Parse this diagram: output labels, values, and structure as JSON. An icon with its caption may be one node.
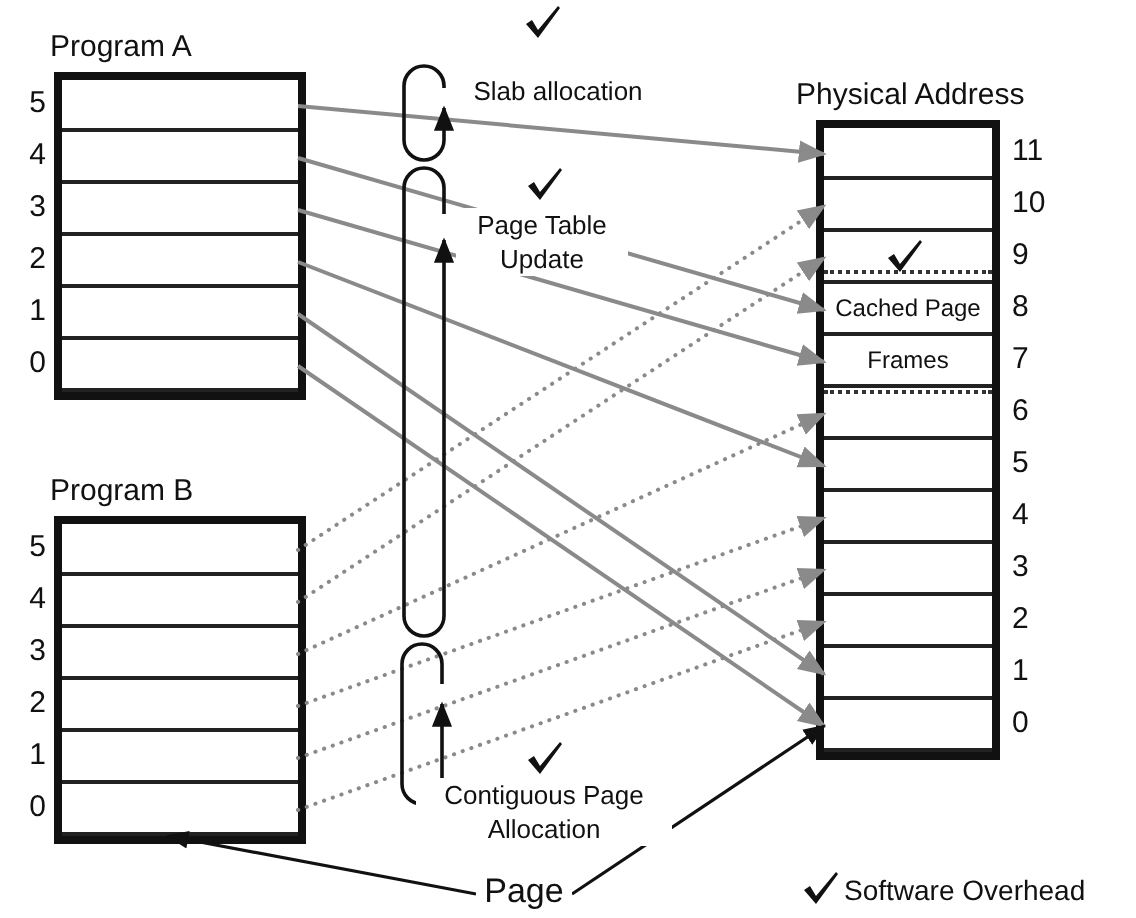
{
  "diagram": {
    "nodes": [
      {
        "text": [
          "Program A"
        ]
      },
      {
        "text": [],
        "shape": "box",
        "in": 0,
        "beside": [
          "5"
        ]
      },
      {
        "text": [],
        "shape": "box",
        "in": 0,
        "beside": [
          "4"
        ]
      },
      {
        "text": [],
        "shape": "box",
        "in": 0,
        "beside": [
          "3"
        ]
      },
      {
        "text": [],
        "shape": "box",
        "in": 0,
        "beside": [
          "2"
        ]
      },
      {
        "text": [],
        "shape": "box",
        "in": 0,
        "beside": [
          "1"
        ]
      },
      {
        "text": [],
        "shape": "box",
        "in": 0,
        "beside": [
          "0"
        ]
      },
      {
        "text": [
          "Program B"
        ]
      },
      {
        "text": [],
        "shape": "box",
        "in": 7,
        "beside": [
          "5"
        ]
      },
      {
        "text": [],
        "shape": "box",
        "in": 7,
        "beside": [
          "4"
        ]
      },
      {
        "text": [],
        "shape": "box",
        "in": 7,
        "beside": [
          "3"
        ]
      },
      {
        "text": [],
        "shape": "box",
        "in": 7,
        "beside": [
          "2"
        ]
      },
      {
        "text": [],
        "shape": "box",
        "in": 7,
        "beside": [
          "1"
        ]
      },
      {
        "text": [],
        "shape": "box",
        "in": 7,
        "beside": [
          "0"
        ]
      },
      {
        "text": [
          "Physical Address"
        ]
      },
      {
        "text": [],
        "shape": "box",
        "in": 14,
        "beside": [
          "11"
        ]
      },
      {
        "text": [],
        "shape": "box",
        "in": 14,
        "beside": [
          "10"
        ]
      },
      {
        "text": [],
        "shape": "box",
        "in": 14,
        "beside": [
          "9"
        ]
      },
      {
        "text": [],
        "shape": "box",
        "in": 14
      },
      {
        "text": [
          "Cached Page"
        ],
        "in": 18,
        "beside": [
          "8"
        ]
      },
      {
        "text": [
          "Frames"
        ],
        "in": 18,
        "beside": [
          "7"
        ]
      },
      {
        "text": [],
        "shape": "box",
        "in": 14,
        "beside": [
          "6"
        ]
      },
      {
        "text": [],
        "shape": "box",
        "in": 14,
        "beside": [
          "5"
        ]
      },
      {
        "text": [],
        "shape": "box",
        "in": 14,
        "beside": [
          "4"
        ]
      },
      {
        "text": [],
        "shape": "box",
        "in": 14,
        "beside": [
          "3"
        ]
      },
      {
        "text": [],
        "shape": "box",
        "in": 14,
        "beside": [
          "2"
        ]
      },
      {
        "text": [],
        "shape": "box",
        "in": 14,
        "beside": [
          "1"
        ]
      },
      {
        "text": [],
        "shape": "box",
        "in": 14,
        "beside": [
          "0"
        ]
      },
      {
        "text": [
          "Page"
        ]
      }
    ],
    "edges": [
      {
        "from": 1,
        "to": 15,
        "arrow": "to"
      },
      {
        "from": 2,
        "to": 19,
        "arrow": "to"
      },
      {
        "from": 3,
        "to": 20,
        "arrow": "to"
      },
      {
        "from": 4,
        "to": 22,
        "arrow": "to"
      },
      {
        "from": 5,
        "to": 26,
        "arrow": "to"
      },
      {
        "from": 6,
        "to": 27,
        "arrow": "to"
      },
      {
        "from": 8,
        "to": 16,
        "arrow": "to",
        "style": "dashed"
      },
      {
        "from": 9,
        "to": 17,
        "arrow": "to",
        "style": "dashed"
      },
      {
        "from": 10,
        "to": 21,
        "arrow": "to",
        "style": "dashed"
      },
      {
        "from": 11,
        "to": 23,
        "arrow": "to",
        "style": "dashed"
      },
      {
        "from": 12,
        "to": 24,
        "arrow": "to",
        "style": "dashed"
      },
      {
        "from": 13,
        "to": 25,
        "arrow": "to",
        "style": "dashed"
      },
      {
        "from": 28,
        "to": 13,
        "arrow": "to",
        "color": "#111111"
      },
      {
        "from": 28,
        "to": 27,
        "arrow": "to",
        "color": "#111111"
      }
    ],
    "labels": [
      "Slab allocation",
      "Page Table Update",
      "Contiguous Page Allocation"
    ],
    "legend": [
      {
        "text": "Software Overhead"
      }
    ]
  }
}
